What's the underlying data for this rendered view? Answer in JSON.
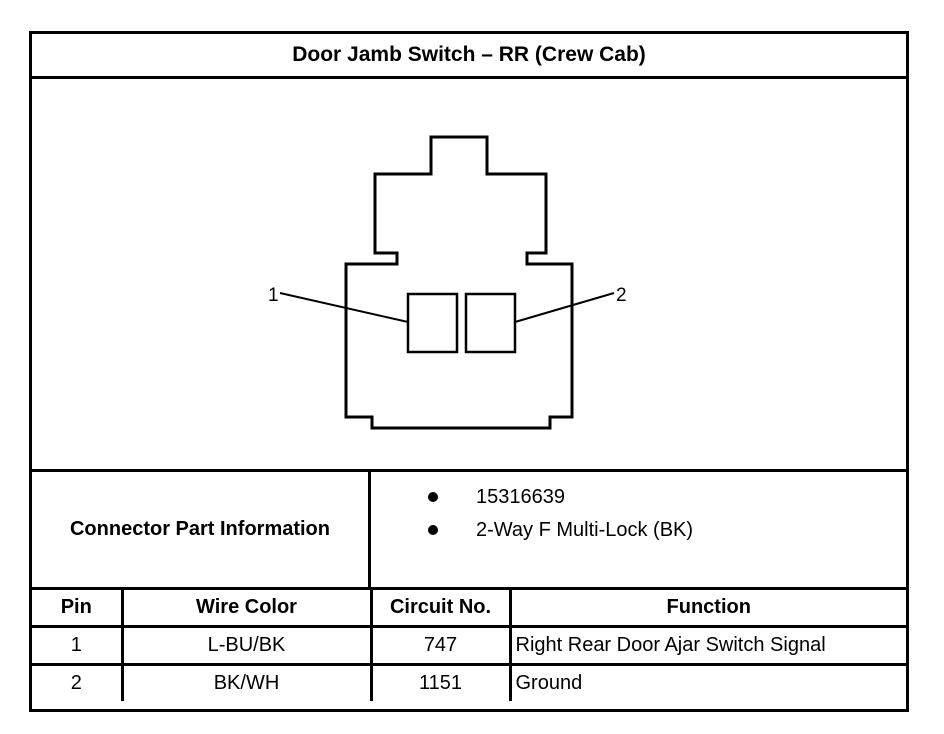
{
  "title": "Door Jamb Switch – RR (Crew Cab)",
  "connector": {
    "label": "Connector Part Information",
    "details": [
      "15316639",
      "2-Way F Multi-Lock (BK)"
    ]
  },
  "diagram": {
    "pin_labels": [
      "1",
      "2"
    ]
  },
  "table": {
    "headers": [
      "Pin",
      "Wire Color",
      "Circuit No.",
      "Function"
    ],
    "rows": [
      {
        "pin": "1",
        "wire_color": "L-BU/BK",
        "circuit": "747",
        "function": "Right Rear Door Ajar Switch Signal"
      },
      {
        "pin": "2",
        "wire_color": "BK/WH",
        "circuit": "1151",
        "function": "Ground"
      }
    ]
  }
}
